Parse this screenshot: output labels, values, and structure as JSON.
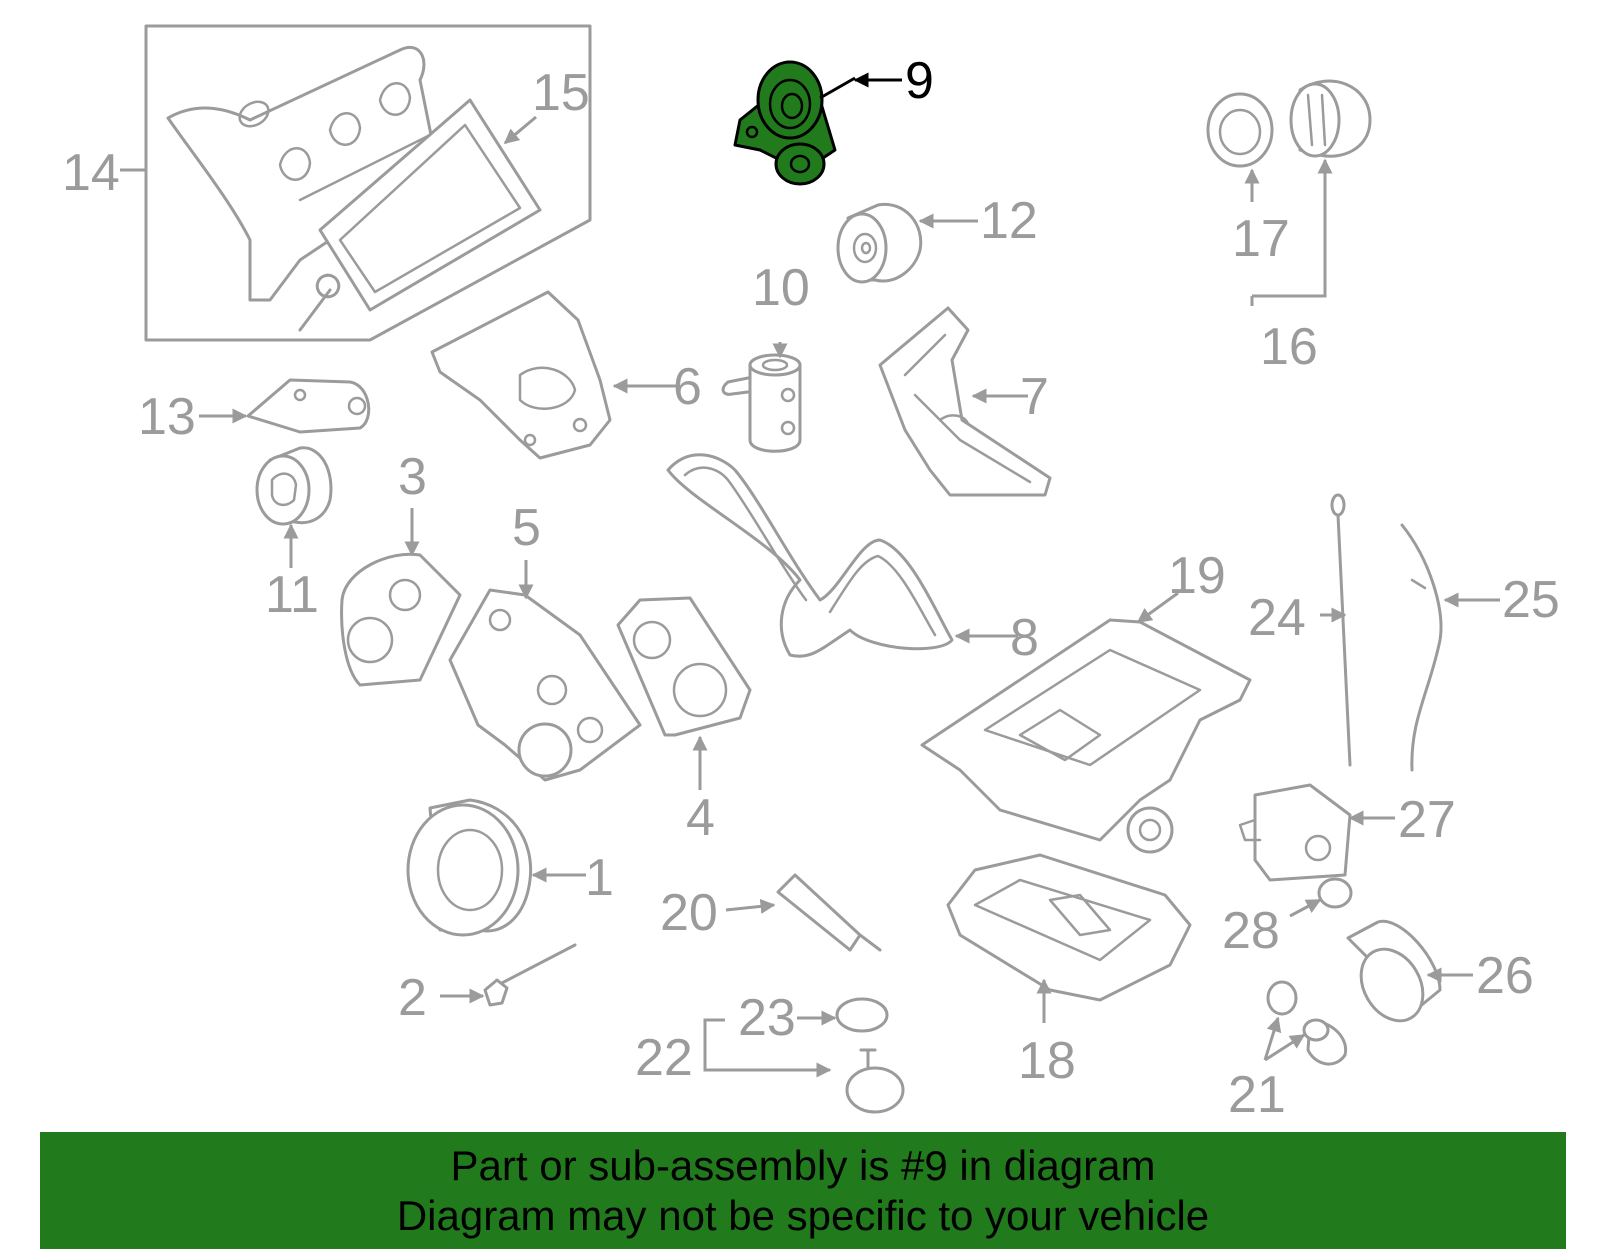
{
  "highlight_color": "#217a1c",
  "parts_color": "#9b9b9b",
  "callouts": {
    "c1": "1",
    "c2": "2",
    "c3": "3",
    "c4": "4",
    "c5": "5",
    "c6": "6",
    "c7": "7",
    "c8": "8",
    "c9": "9",
    "c10": "10",
    "c11": "11",
    "c12": "12",
    "c13": "13",
    "c14": "14",
    "c15": "15",
    "c16": "16",
    "c17": "17",
    "c18": "18",
    "c19": "19",
    "c20": "20",
    "c21": "21",
    "c22": "22",
    "c23": "23",
    "c24": "24",
    "c25": "25",
    "c26": "26",
    "c27": "27",
    "c28": "28"
  },
  "banner": {
    "line1": "Part or sub-assembly is #9 in diagram",
    "line2": "Diagram may not be specific to your vehicle"
  }
}
